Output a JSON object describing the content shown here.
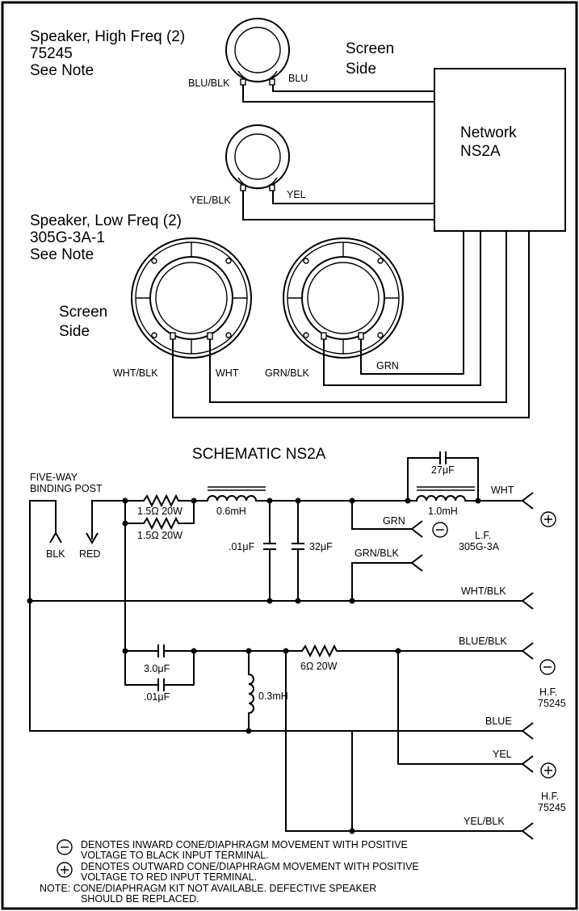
{
  "wiring": {
    "hf_speaker_title": "Speaker, High Freq (2)",
    "hf_speaker_part": "75245",
    "hf_see_note": "See Note",
    "screen_side_top_1": "Screen",
    "screen_side_top_2": "Side",
    "network_1": "Network",
    "network_2": "NS2A",
    "wire_blu_blk": "BLU/BLK",
    "wire_blu": "BLU",
    "wire_yel_blk": "YEL/BLK",
    "wire_yel": "YEL",
    "lf_speaker_title": "Speaker, Low Freq (2)",
    "lf_speaker_part": "305G-3A-1",
    "lf_see_note": "See Note",
    "screen_side_left_1": "Screen",
    "screen_side_left_2": "Side",
    "wire_wht_blk": "WHT/BLK",
    "wire_wht": "WHT",
    "wire_grn_blk": "GRN/BLK",
    "wire_grn": "GRN"
  },
  "schematic": {
    "title": "SCHEMATIC NS2A",
    "binding_post_1": "FIVE-WAY",
    "binding_post_2": "BINDING POST",
    "blk": "BLK",
    "red": "RED",
    "r1": "1.5Ω 20W",
    "r2": "1.5Ω 20W",
    "l1": "0.6mH",
    "c1": ".01μF",
    "c2": "32μF",
    "c3": "27μF",
    "l2": "1.0mH",
    "wht": "WHT",
    "grn": "GRN",
    "grn_blk": "GRN/BLK",
    "wht_blk": "WHT/BLK",
    "lf_1": "L.F.",
    "lf_2": "305G-3A",
    "blue_blk": "BLUE/BLK",
    "c4": "3.0μF",
    "c5": ".01μF",
    "r3": "6Ω 20W",
    "l3": "0.3mH",
    "hf1_1": "H.F.",
    "hf1_2": "75245",
    "blue": "BLUE",
    "yel": "YEL",
    "hf2_1": "H.F.",
    "hf2_2": "75245",
    "yel_blk": "YEL/BLK"
  },
  "notes": {
    "minus_line1": "DENOTES INWARD CONE/DIAPHRAGM MOVEMENT WITH POSITIVE",
    "minus_line2": "VOLTAGE TO BLACK INPUT TERMINAL.",
    "plus_line1": "DENOTES OUTWARD CONE/DIAPHRAGM MOVEMENT WITH POSITIVE",
    "plus_line2": "VOLTAGE TO RED INPUT TERMINAL.",
    "note_line1": "NOTE:  CONE/DIAPHRAGM KIT NOT AVAILABLE. DEFECTIVE SPEAKER",
    "note_line2": "SHOULD BE REPLACED."
  },
  "symbols": {
    "minus": "−",
    "plus": "+"
  }
}
